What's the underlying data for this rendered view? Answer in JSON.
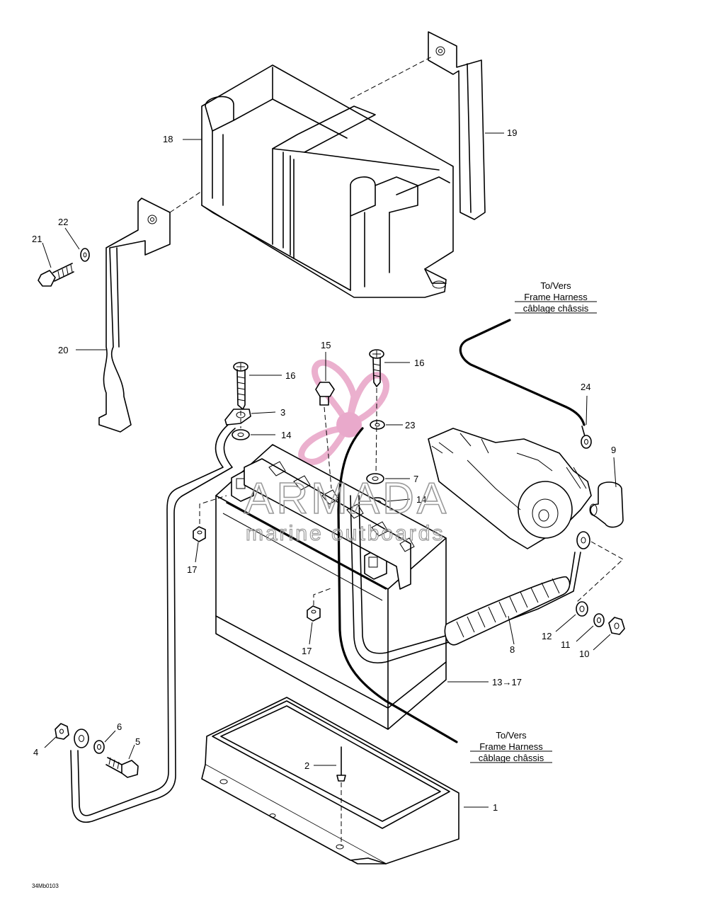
{
  "watermark": {
    "brand": "ARMADA",
    "tagline": "marine outboards",
    "logo_color": "#e8a3c6",
    "logo_center_color": "#e69bc2"
  },
  "callouts": {
    "c1": "1",
    "c2": "2",
    "c3": "3",
    "c4": "4",
    "c5": "5",
    "c6": "6",
    "c7": "7",
    "c8": "8",
    "c9": "9",
    "c10": "10",
    "c11": "11",
    "c12": "12",
    "c13_17": "13→17",
    "c14a": "14",
    "c14b": "14",
    "c15": "15",
    "c16a": "16",
    "c16b": "16",
    "c17a": "17",
    "c17b": "17",
    "c18": "18",
    "c19": "19",
    "c20": "20",
    "c21": "21",
    "c22": "22",
    "c23": "23",
    "c24": "24"
  },
  "notes": {
    "upper": {
      "line1": "To/Vers",
      "line2": "Frame Harness",
      "line3": "câblage châssis"
    },
    "lower": {
      "line1": "To/Vers",
      "line2": "Frame Harness",
      "line3": "câblage châssis"
    }
  },
  "figure_code": "34Mb0103"
}
